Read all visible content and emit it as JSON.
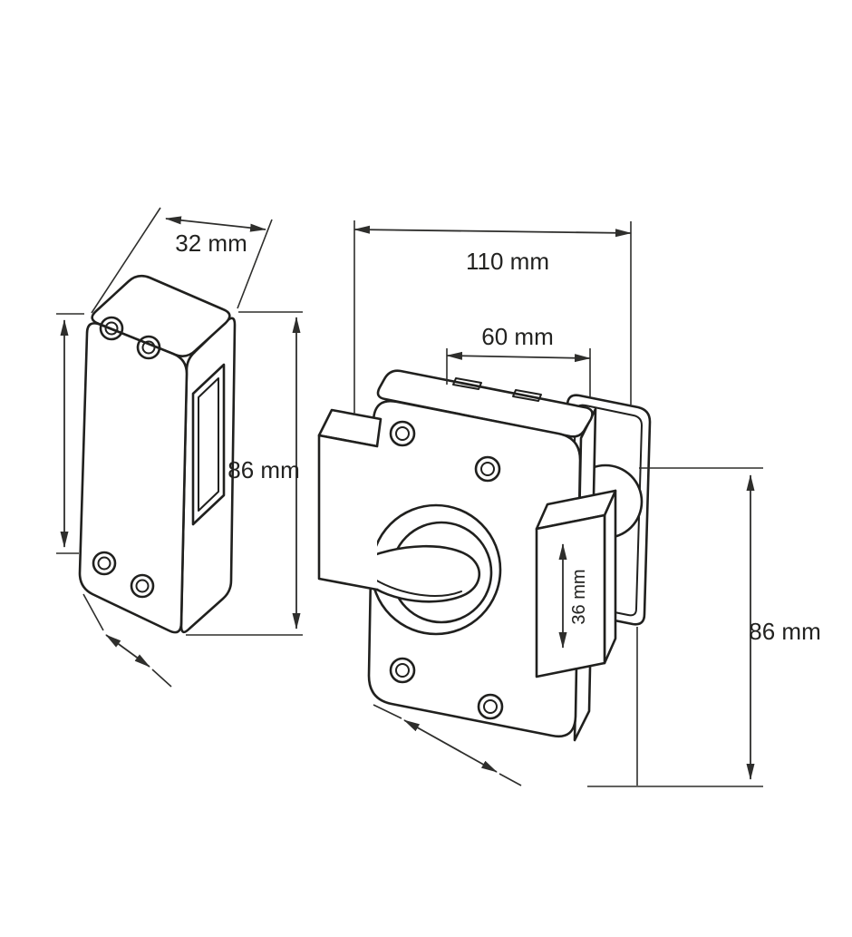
{
  "colors": {
    "background": "#ffffff",
    "ink": "#20201e",
    "dimension_lines": "#2e2e2c"
  },
  "dims": {
    "strike_width": "32 mm",
    "strike_height": "86 mm",
    "overall_width": "110 mm",
    "case_width": "60 mm",
    "keep_bolt_height": "36 mm",
    "case_height": "86 mm"
  }
}
